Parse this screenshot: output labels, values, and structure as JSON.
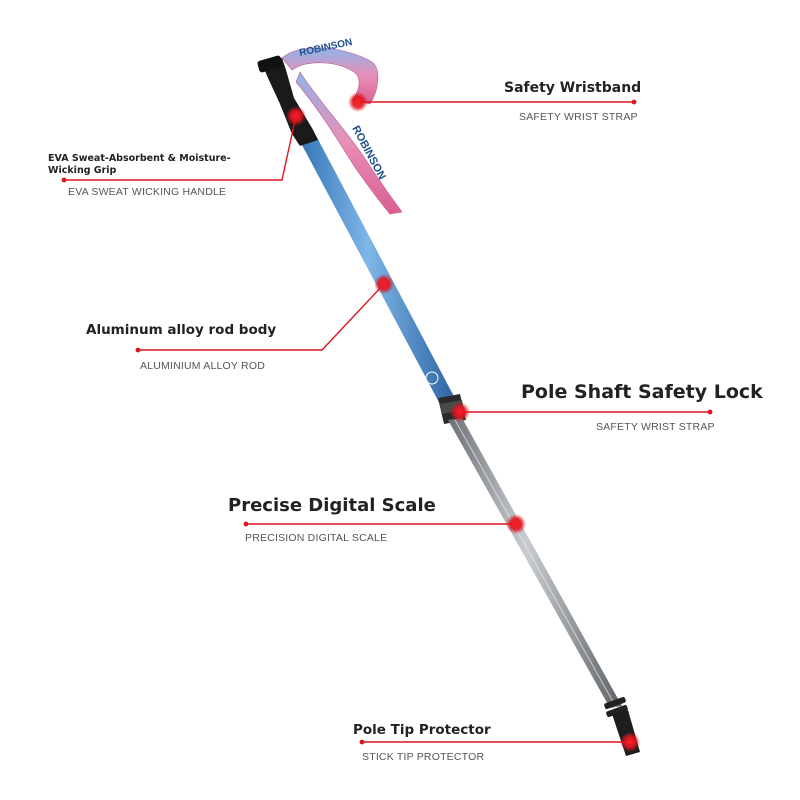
{
  "product": {
    "strap_brand_text": "ROBINSON"
  },
  "callouts": [
    {
      "id": "wristband",
      "title": "Safety Wristband",
      "subtitle": "SAFETY WRIST STRAP"
    },
    {
      "id": "grip",
      "title": "EVA Sweat-Absorbent & Moisture-Wicking Grip",
      "subtitle": "EVA SWEAT WICKING HANDLE"
    },
    {
      "id": "rod",
      "title": "Aluminum alloy rod body",
      "subtitle": "ALUMINIUM ALLOY ROD"
    },
    {
      "id": "lock",
      "title": "Pole Shaft Safety Lock",
      "subtitle": "SAFETY WRIST STRAP"
    },
    {
      "id": "scale",
      "title": "Precise Digital Scale",
      "subtitle": "PRECISION DIGITAL SCALE"
    },
    {
      "id": "tip",
      "title": "Pole Tip Protector",
      "subtitle": "STICK TIP PROTECTOR"
    }
  ],
  "colors": {
    "accent": "#e0141e",
    "pole_blue": "#4f8fd0",
    "pole_silver": "#9a9ea3",
    "strap_pink": "#e2739f",
    "grip_black": "#1a1a1a"
  }
}
